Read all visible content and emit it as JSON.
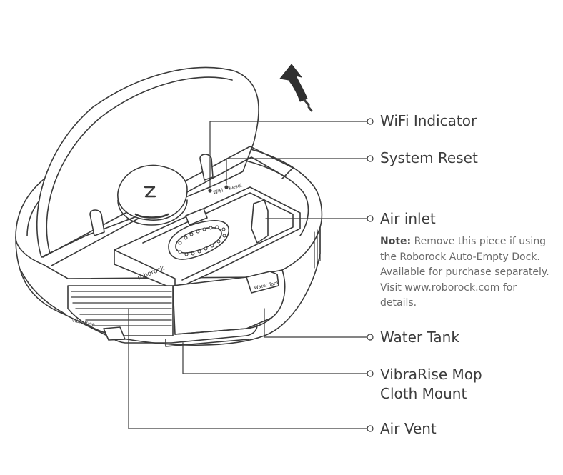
{
  "callouts": {
    "wifi": "WiFi Indicator",
    "reset": "System Reset",
    "air_inlet": "Air inlet",
    "water_tank": "Water Tank",
    "mop_line1": "VibraRise Mop",
    "mop_line2": "Cloth Mount",
    "air_vent": "Air Vent"
  },
  "note": {
    "label": "Note:",
    "text": "Remove this piece if using the Roborock Auto-Empty Dock. Available for purchase separately. Visit www.roborock.com for details."
  },
  "device_labels": {
    "wifi": "WiFi",
    "reset": "Reset",
    "brand": "roborock",
    "water_tank": "Water Tank",
    "vibrarise": "VibraRise"
  },
  "colors": {
    "line": "#3a3a3a",
    "text": "#3c3c3c",
    "note_text": "#6b6b6b"
  }
}
